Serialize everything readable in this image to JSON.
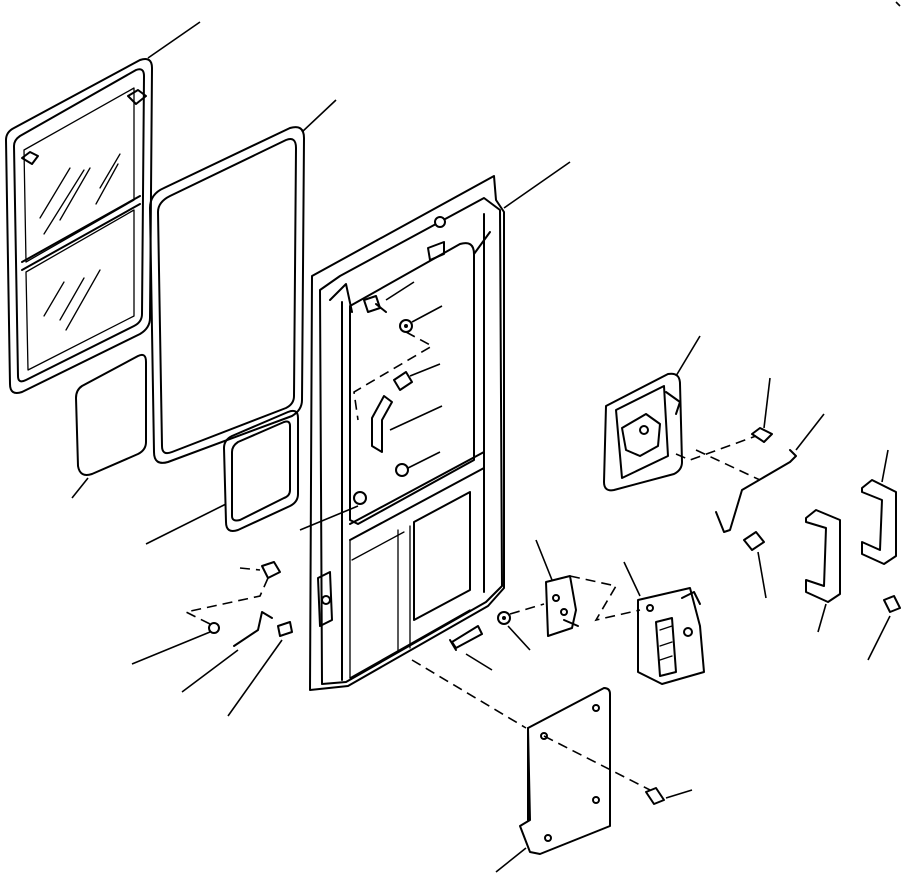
{
  "diagram": {
    "parts": [
      {
        "id": "glass-window-assembly",
        "icon": "window-frame-icon"
      },
      {
        "id": "window-seal",
        "icon": "rubber-seal-icon"
      },
      {
        "id": "door-frame",
        "icon": "door-frame-icon"
      },
      {
        "id": "small-glass-panel",
        "icon": "glass-panel-icon"
      },
      {
        "id": "small-window-seal",
        "icon": "rubber-seal-icon"
      },
      {
        "id": "door-handle-assembly",
        "icon": "handle-icon"
      },
      {
        "id": "latch-lock",
        "icon": "lock-icon"
      },
      {
        "id": "latch-plate",
        "icon": "plate-icon"
      },
      {
        "id": "cover-plate",
        "icon": "plate-icon"
      },
      {
        "id": "bracket",
        "icon": "bracket-icon"
      },
      {
        "id": "rod",
        "icon": "rod-icon"
      },
      {
        "id": "bolt",
        "icon": "bolt-icon"
      },
      {
        "id": "nut",
        "icon": "nut-icon"
      },
      {
        "id": "washer",
        "icon": "washer-icon"
      },
      {
        "id": "clip",
        "icon": "clip-icon"
      }
    ]
  }
}
